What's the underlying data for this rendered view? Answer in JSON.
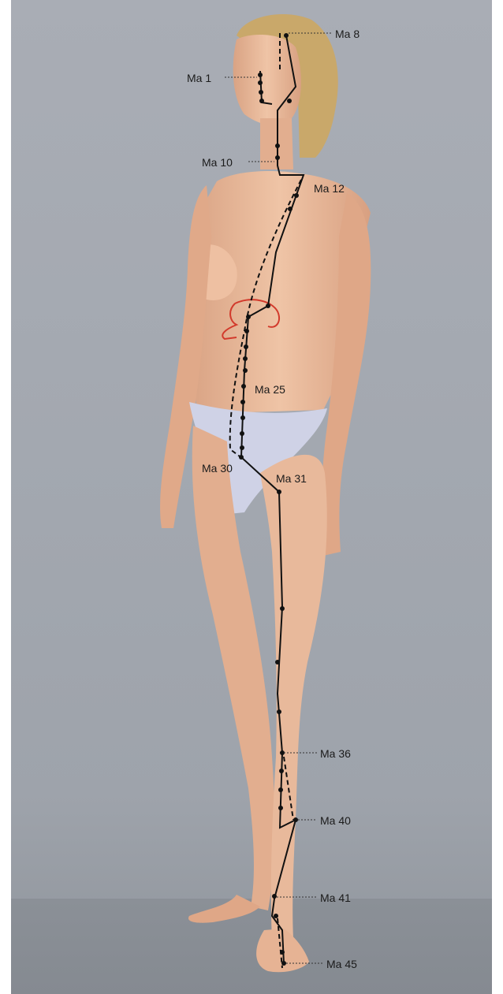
{
  "labels": {
    "ma8": "Ma 8",
    "ma1": "Ma 1",
    "ma10": "Ma 10",
    "ma12": "Ma 12",
    "ma25": "Ma 25",
    "ma30": "Ma 30",
    "ma31": "Ma 31",
    "ma36": "Ma 36",
    "ma40": "Ma 40",
    "ma41": "Ma 41",
    "ma45": "Ma 45"
  },
  "colors": {
    "meridian": "#111111",
    "stomach_outline": "#d23a2c",
    "skin": "#e8b99b",
    "garment": "#cfd2e6",
    "hair": "#c9a86a"
  }
}
